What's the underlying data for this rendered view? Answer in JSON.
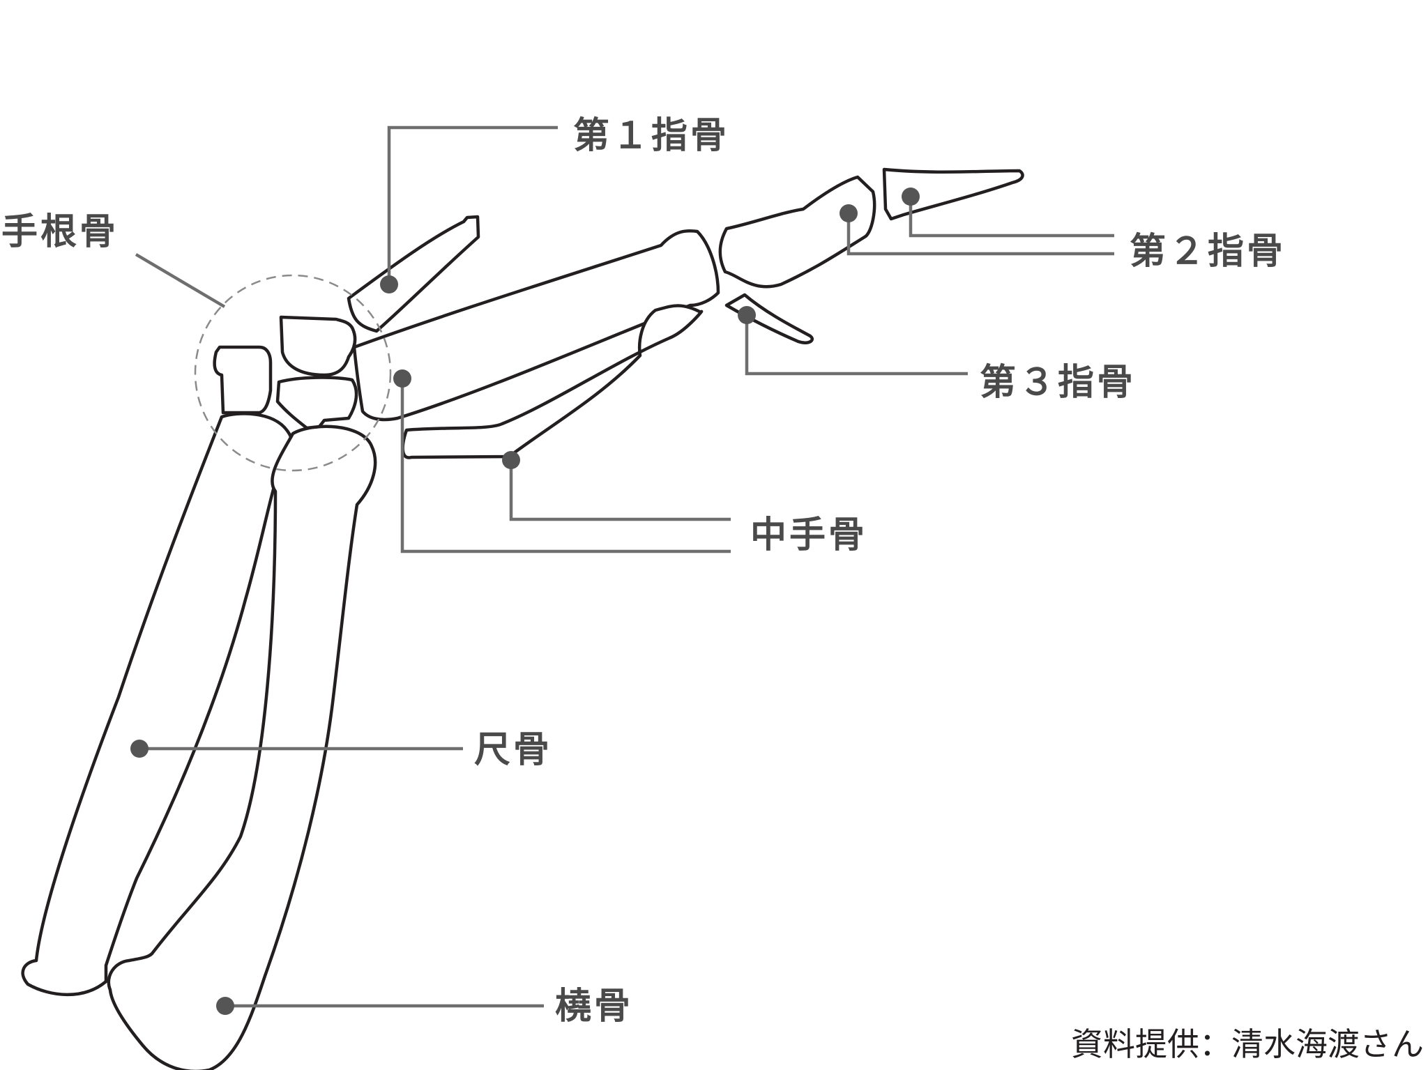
{
  "labels": {
    "phalanx1": "第１指骨",
    "carpal": "手根骨",
    "phalanx2": "第２指骨",
    "phalanx3": "第３指骨",
    "metacarpal": "中手骨",
    "ulna": "尺骨",
    "radius": "橈骨"
  },
  "credit": "資料提供：清水海渡さん"
}
